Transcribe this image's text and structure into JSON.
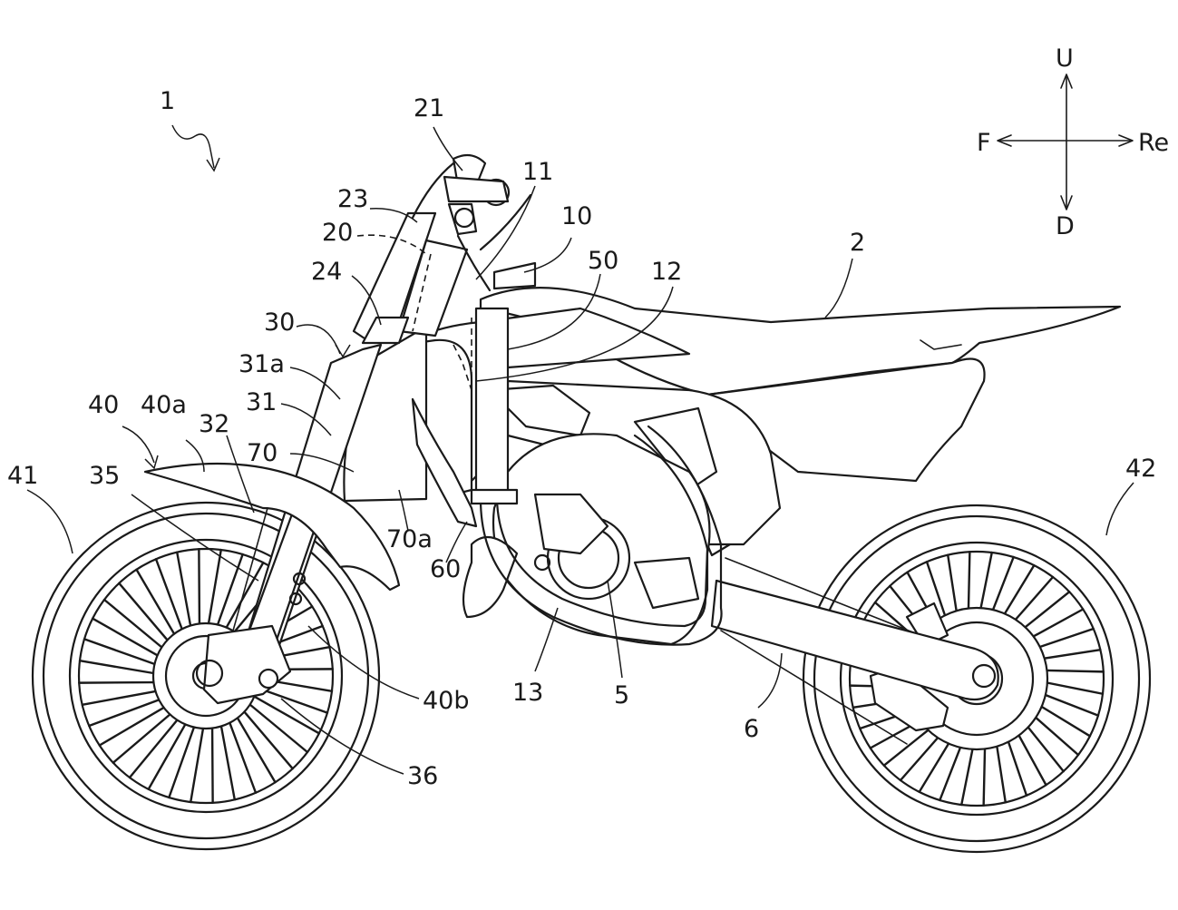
{
  "labels": {
    "l1": "1",
    "l2": "2",
    "l5": "5",
    "l6": "6",
    "l10": "10",
    "l11": "11",
    "l12": "12",
    "l13": "13",
    "l20": "20",
    "l21": "21",
    "l23": "23",
    "l24": "24",
    "l30": "30",
    "l31": "31",
    "l31a": "31a",
    "l32": "32",
    "l35": "35",
    "l36": "36",
    "l40": "40",
    "l40a": "40a",
    "l40b": "40b",
    "l41": "41",
    "l42": "42",
    "l50": "50",
    "l60": "60",
    "l70": "70",
    "l70a": "70a"
  },
  "direction": {
    "up": "U",
    "down": "D",
    "front": "F",
    "rear": "Re"
  }
}
